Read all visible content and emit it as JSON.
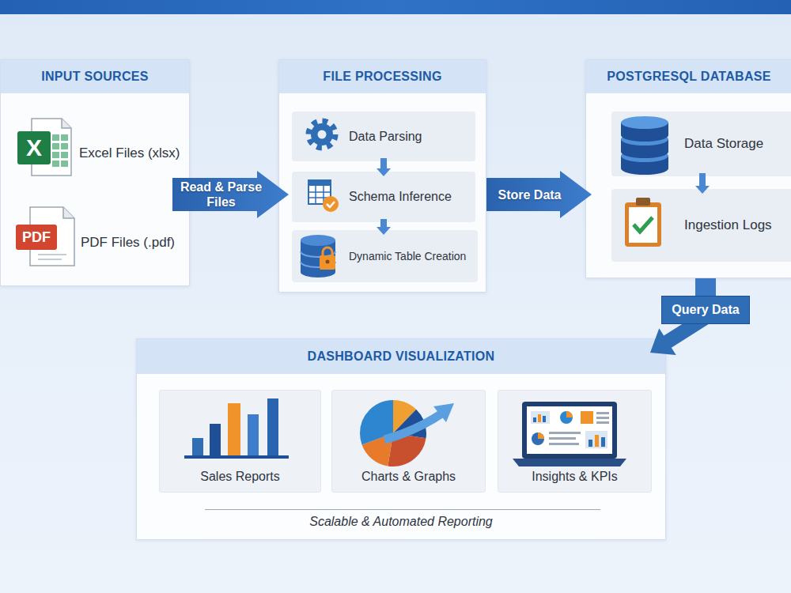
{
  "diagram": {
    "nodes": [
      {
        "text": [
          "INPUT SOURCES"
        ]
      },
      {
        "text": [
          "FILE PROCESSING"
        ]
      },
      {
        "text": [
          "Data Parsing"
        ],
        "in": 1
      },
      {
        "text": [
          "Schema Inference"
        ],
        "in": 1
      },
      {
        "text": [
          "Dynamic Table Creation"
        ],
        "in": 1
      },
      {
        "text": [
          "POSTGRESQL DATABASE"
        ]
      },
      {
        "text": [
          "Data Storage"
        ],
        "in": 5
      },
      {
        "text": [
          "Ingestion Logs"
        ],
        "in": 5
      },
      {
        "text": [
          "DASHBOARD VISUALIZATION",
          "Scalable & Automated Reporting"
        ]
      },
      {
        "text": [
          "Sales Reports"
        ],
        "in": 8
      },
      {
        "text": [
          "Charts & Graphs"
        ],
        "in": 8
      },
      {
        "text": [
          "Insights & KPIs"
        ],
        "in": 8
      }
    ],
    "edges": [
      {
        "from": 0,
        "to": 1,
        "label": "Read & Parse Files",
        "arrow": "to"
      },
      {
        "from": 2,
        "to": 3,
        "arrow": "to"
      },
      {
        "from": 3,
        "to": 4,
        "arrow": "to"
      },
      {
        "from": 1,
        "to": 5,
        "label": "Store Data",
        "arrow": "to"
      },
      {
        "from": 6,
        "to": 7,
        "arrow": "to"
      },
      {
        "from": 5,
        "to": 8,
        "label": "Query Data",
        "arrow": "to"
      }
    ],
    "labels": [
      "X",
      "Excel Files (xlsx)",
      "PDF",
      "PDF Files (.pdf)"
    ]
  }
}
